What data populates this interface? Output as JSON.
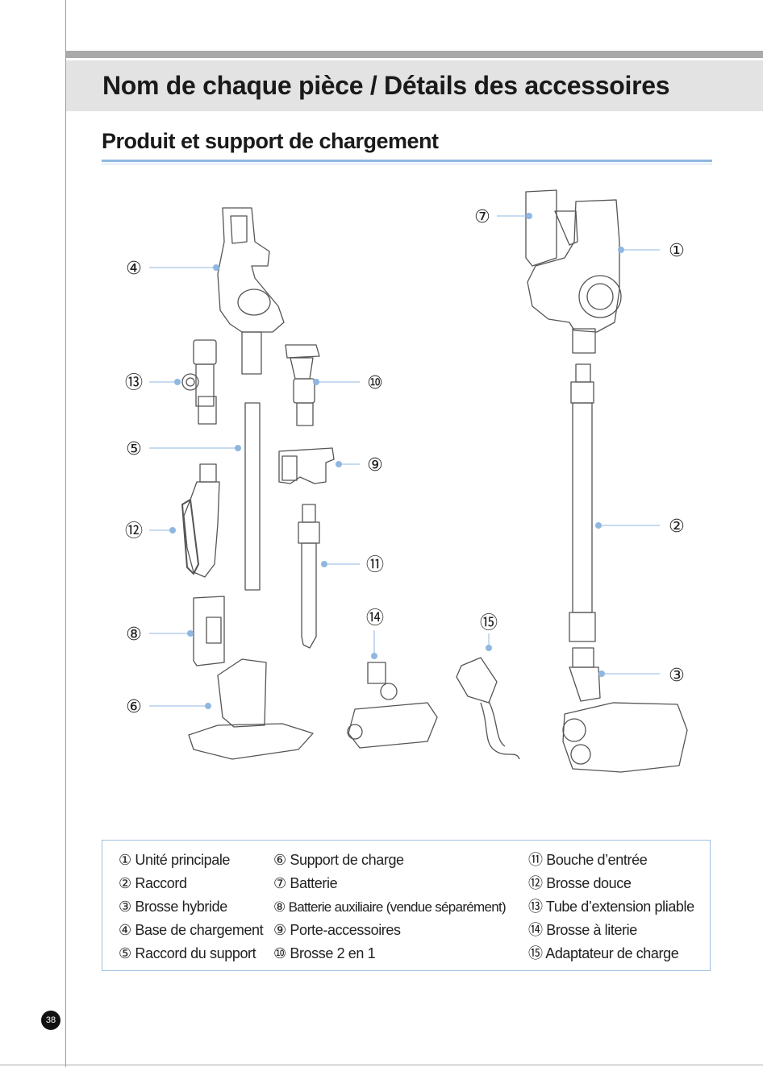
{
  "header": {
    "title": "Nom de chaque pièce / Détails des accessoires",
    "subtitle": "Produit et support de chargement"
  },
  "callouts": [
    "①",
    "②",
    "③",
    "④",
    "⑤",
    "⑥",
    "⑦",
    "⑧",
    "⑨",
    "⑩",
    "⑪",
    "⑫",
    "⑬",
    "⑭",
    "⑮"
  ],
  "legend": {
    "col1": [
      {
        "num": "①",
        "label": "Unité principale"
      },
      {
        "num": "②",
        "label": "Raccord"
      },
      {
        "num": "③",
        "label": "Brosse hybride"
      },
      {
        "num": "④",
        "label": "Base de chargement"
      },
      {
        "num": "⑤",
        "label": "Raccord du support"
      }
    ],
    "col2": [
      {
        "num": "⑥",
        "label": "Support de charge"
      },
      {
        "num": "⑦",
        "label": "Batterie"
      },
      {
        "num": "⑧",
        "label": "Batterie auxiliaire (vendue séparément)"
      },
      {
        "num": "⑨",
        "label": "Porte-accessoires"
      },
      {
        "num": "⑩",
        "label": "Brosse 2 en 1"
      }
    ],
    "col3": [
      {
        "num": "⑪",
        "label": "Bouche d’entrée"
      },
      {
        "num": "⑫",
        "label": "Brosse douce"
      },
      {
        "num": "⑬",
        "label": "Tube d’extension pliable"
      },
      {
        "num": "⑭",
        "label": "Brosse à literie"
      },
      {
        "num": "⑮",
        "label": "Adaptateur de charge"
      }
    ]
  },
  "page_number": "38",
  "colors": {
    "accent": "#8fb7e0",
    "callout_dot": "#8fb7e0",
    "band": "#e3e3e3"
  }
}
